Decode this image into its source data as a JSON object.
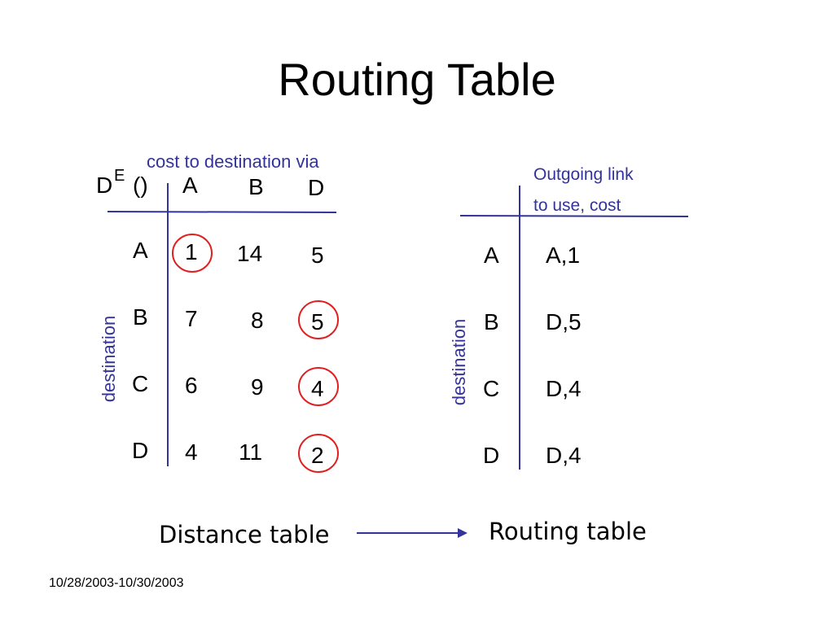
{
  "title": "Routing Table",
  "colors": {
    "accent": "#33339a",
    "circle": "#e02020"
  },
  "distance_table": {
    "label_D": "D",
    "label_E": "E",
    "label_parens": "()",
    "caption": "cost to destination via",
    "via": [
      "A",
      "B",
      "D"
    ],
    "side_label": "destination",
    "rows": [
      {
        "dest": "A",
        "values": [
          "1",
          "14",
          "5"
        ]
      },
      {
        "dest": "B",
        "values": [
          "7",
          "8",
          "5"
        ]
      },
      {
        "dest": "C",
        "values": [
          "6",
          "9",
          "4"
        ]
      },
      {
        "dest": "D",
        "values": [
          "4",
          "11",
          "2"
        ]
      }
    ],
    "circled_cells": [
      [
        0,
        0
      ],
      [
        1,
        2
      ],
      [
        2,
        2
      ],
      [
        3,
        2
      ]
    ]
  },
  "routing_table": {
    "caption_line1": "Outgoing link",
    "caption_line2": "to use, cost",
    "side_label": "destination",
    "rows": [
      {
        "dest": "A",
        "link": "A,1"
      },
      {
        "dest": "B",
        "link": "D,5"
      },
      {
        "dest": "C",
        "link": "D,4"
      },
      {
        "dest": "D",
        "link": "D,4"
      }
    ]
  },
  "bottom": {
    "left_label": "Distance table",
    "right_label": "Routing table"
  },
  "footer": "10/28/2003-10/30/2003"
}
